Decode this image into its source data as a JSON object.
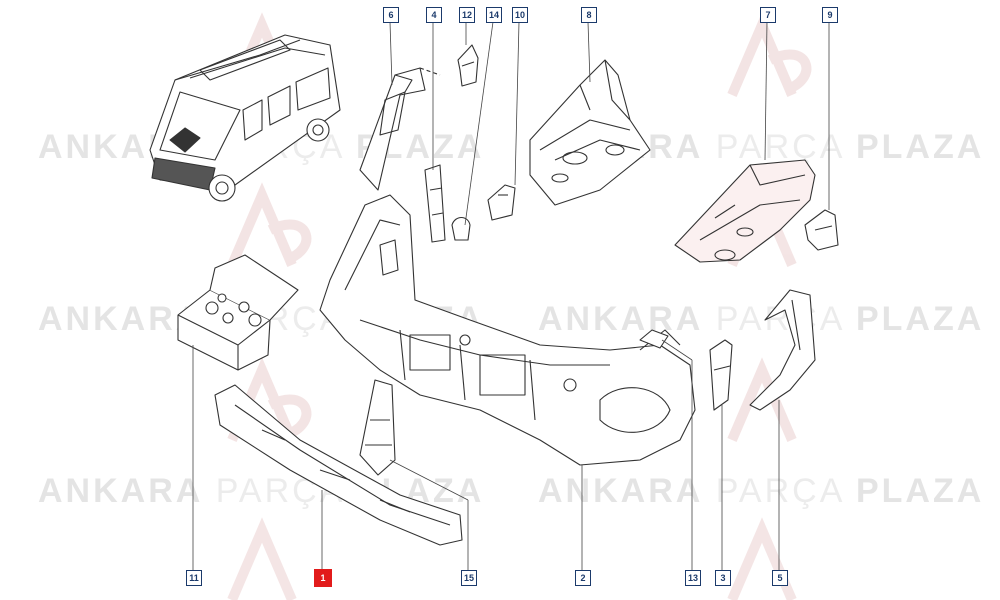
{
  "watermark": {
    "brand_a": "ANKARA",
    "brand_b": "PARÇA",
    "brand_c": "PLAZA",
    "logo": "ap-logo",
    "color": "#e4e4e4"
  },
  "parts": [
    {
      "id": "callout-6",
      "label": "6"
    },
    {
      "id": "callout-4",
      "label": "4"
    },
    {
      "id": "callout-12",
      "label": "12"
    },
    {
      "id": "callout-14",
      "label": "14"
    },
    {
      "id": "callout-10",
      "label": "10"
    },
    {
      "id": "callout-8",
      "label": "8"
    },
    {
      "id": "callout-7",
      "label": "7"
    },
    {
      "id": "callout-9",
      "label": "9"
    },
    {
      "id": "callout-11",
      "label": "11"
    },
    {
      "id": "callout-1",
      "label": "1",
      "selected": true
    },
    {
      "id": "callout-15",
      "label": "15"
    },
    {
      "id": "callout-2",
      "label": "2"
    },
    {
      "id": "callout-13",
      "label": "13"
    },
    {
      "id": "callout-3",
      "label": "3"
    },
    {
      "id": "callout-5",
      "label": "5"
    }
  ],
  "colors": {
    "callout_border": "#1b3a6b",
    "selected": "#e21b1b",
    "line_art": "#333333",
    "highlight_part": "#f3d7d7"
  }
}
